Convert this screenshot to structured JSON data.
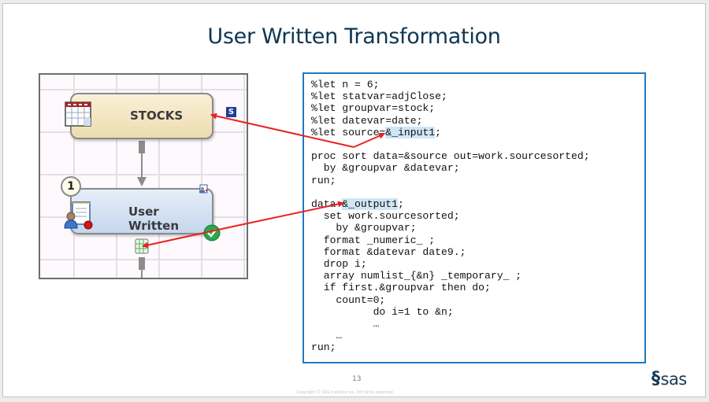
{
  "slide": {
    "title": "User Written Transformation",
    "page_number": "13",
    "copyright": "Copyright © SAS Institute Inc. All rights reserved.",
    "logo_text": "sas",
    "logo_mark": "§"
  },
  "diagram": {
    "nodes": [
      {
        "label": "STOCKS",
        "icon": "table-icon",
        "badge": "S",
        "type": "source-table"
      },
      {
        "label": "User Written",
        "icon": "user-written-icon",
        "step_number": "1",
        "status": "success-check",
        "type": "transformation"
      }
    ],
    "output_port_icon": "output-table-icon",
    "colors": {
      "arrow": "#e8231f",
      "connector": "#808080"
    }
  },
  "code": {
    "lines": [
      {
        "before": "%let n = 6;",
        "hl": "",
        "after": ""
      },
      {
        "before": "%let statvar=adjClose;",
        "hl": "",
        "after": ""
      },
      {
        "before": "%let groupvar=stock;",
        "hl": "",
        "after": ""
      },
      {
        "before": "%let datevar=date;",
        "hl": "",
        "after": ""
      },
      {
        "before": "%let source=",
        "hl": "&_input1",
        "after": ";"
      },
      {
        "before": "",
        "hl": "",
        "after": ""
      },
      {
        "before": "proc sort data=&source out=work.sourcesorted;",
        "hl": "",
        "after": ""
      },
      {
        "before": "  by &groupvar &datevar;",
        "hl": "",
        "after": ""
      },
      {
        "before": "run;",
        "hl": "",
        "after": ""
      },
      {
        "before": "",
        "hl": "",
        "after": ""
      },
      {
        "before": "data ",
        "hl": "&_output1",
        "after": ";"
      },
      {
        "before": "  set work.sourcesorted;",
        "hl": "",
        "after": ""
      },
      {
        "before": "    by &groupvar;",
        "hl": "",
        "after": ""
      },
      {
        "before": "  format _numeric_ ;",
        "hl": "",
        "after": ""
      },
      {
        "before": "  format &datevar date9.;",
        "hl": "",
        "after": ""
      },
      {
        "before": "  drop i;",
        "hl": "",
        "after": ""
      },
      {
        "before": "  array numlist_{&n} _temporary_ ;",
        "hl": "",
        "after": ""
      },
      {
        "before": "  if first.&groupvar then do;",
        "hl": "",
        "after": ""
      },
      {
        "before": "    count=0;",
        "hl": "",
        "after": ""
      },
      {
        "before": "          do i=1 to &n;",
        "hl": "",
        "after": ""
      },
      {
        "before": "          …",
        "hl": "",
        "after": ""
      },
      {
        "before": "    …",
        "hl": "",
        "after": ""
      },
      {
        "before": "run;",
        "hl": "",
        "after": ""
      }
    ],
    "border_color": "#1f7ac4",
    "highlight_color": "#cfe6f5"
  }
}
